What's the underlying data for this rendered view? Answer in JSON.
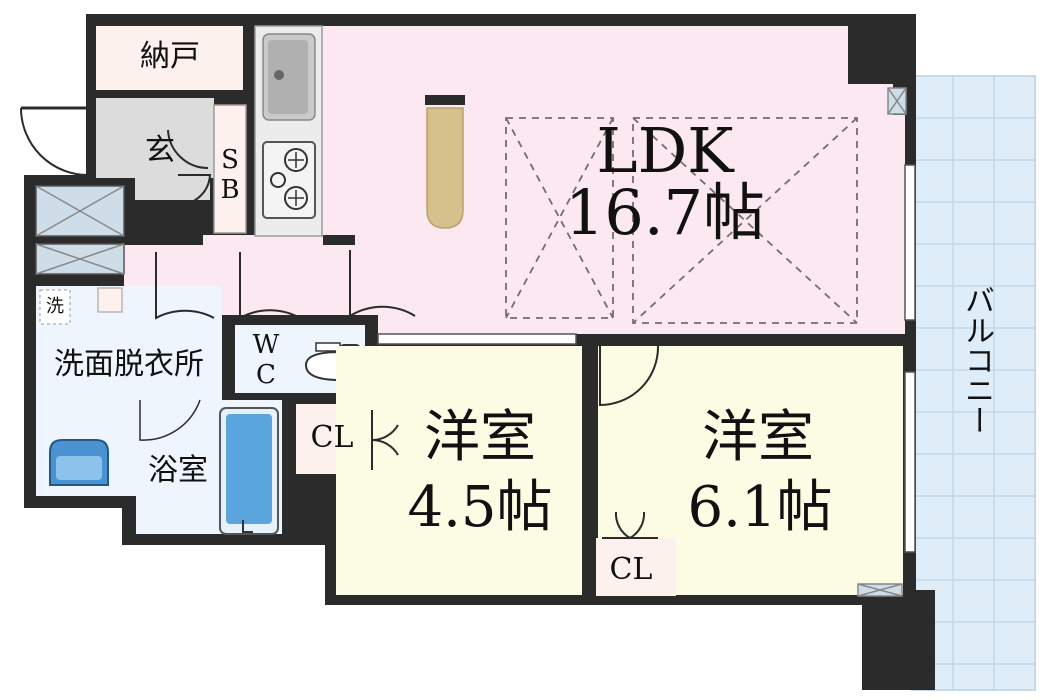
{
  "rooms": {
    "ldk": {
      "name": "LDK",
      "size": "16.7帖"
    },
    "western_1": {
      "name": "洋室",
      "size": "4.5帖"
    },
    "western_2": {
      "name": "洋室",
      "size": "6.1帖"
    },
    "storage": {
      "name": "納戸"
    },
    "entrance": {
      "name": "玄"
    },
    "shoe_box": {
      "name": "SB"
    },
    "wc": {
      "name": "WC"
    },
    "washroom": {
      "name": "洗面脱衣所"
    },
    "washer": {
      "name": "洗"
    },
    "bathroom": {
      "name": "浴室"
    },
    "closet_1": {
      "name": "CL"
    },
    "closet_2": {
      "name": "CL"
    },
    "balcony": {
      "name": "バルコニー"
    }
  },
  "colors": {
    "wall": "#2b2b2b",
    "ldk": "#fce8f0",
    "western": "#fcfce4",
    "storage": "#fcf1ec",
    "entrance": "#dcdcdc",
    "kitchen": "#ececec",
    "wet_area": "#eef5fc",
    "balcony": "#deedf8",
    "balcony_grid": "#c4d8e8",
    "counter": "#d6c08c"
  }
}
